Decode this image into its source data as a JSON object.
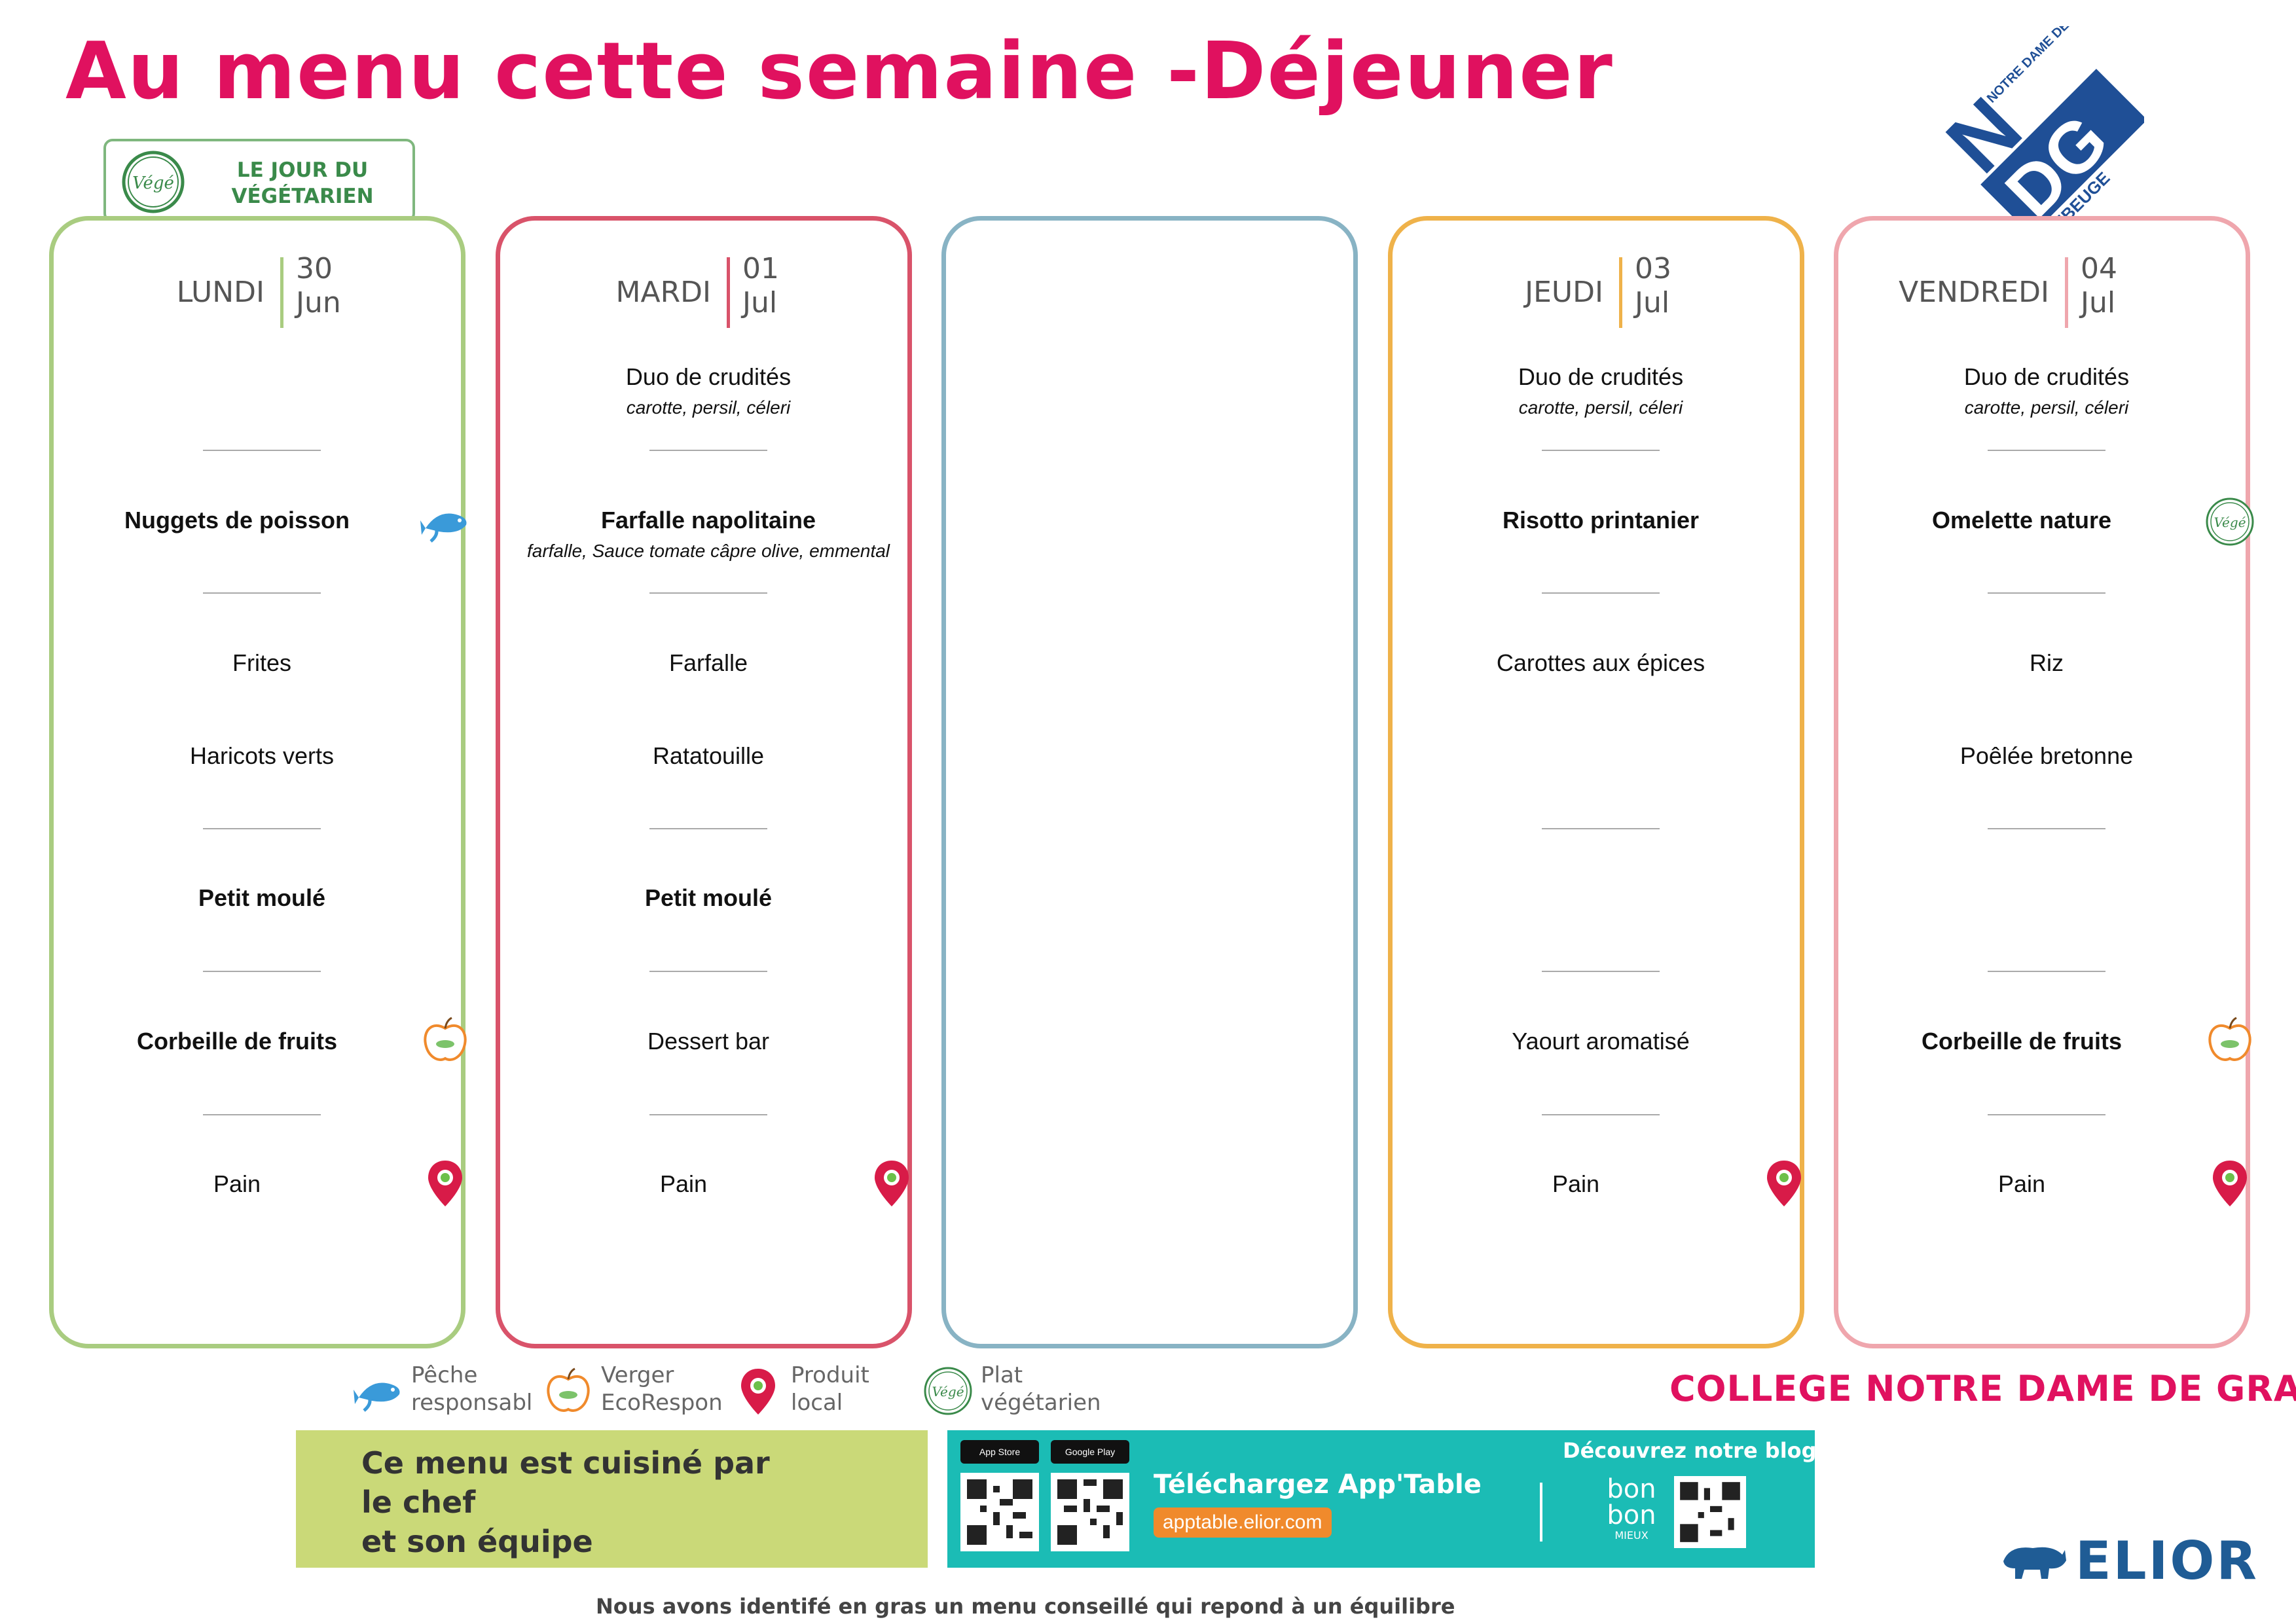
{
  "header": {
    "title": "Au menu cette semaine -Déjeuner"
  },
  "logo": {
    "letters_top": "N",
    "letters_bottom": "DG",
    "band_text": "NOTRE DAME DE GRACE",
    "side_text": "MAUBEUGE"
  },
  "vege_banner": {
    "badge": "Végé",
    "line1": "LE JOUR DU",
    "line2": "VÉGÉTARIEN"
  },
  "days": [
    {
      "name": "LUNDI",
      "num": "30",
      "month": "Jun",
      "starter": "",
      "starter_sub": "",
      "main": "Nuggets de poisson",
      "main_sub": "",
      "side1": "Frites",
      "side2": "Haricots verts",
      "dairy": "Petit moulé",
      "dessert": "Corbeille de fruits",
      "bread": "Pain"
    },
    {
      "name": "MARDI",
      "num": "01",
      "month": "Jul",
      "starter": "Duo de crudités",
      "starter_sub": "carotte, persil, céleri",
      "main": "Farfalle napolitaine",
      "main_sub": "farfalle, Sauce tomate câpre olive, emmental",
      "side1": "Farfalle",
      "side2": "Ratatouille",
      "dairy": "Petit moulé",
      "dessert": "Dessert bar",
      "bread": "Pain"
    },
    {
      "name": "",
      "num": "",
      "month": ""
    },
    {
      "name": "JEUDI",
      "num": "03",
      "month": "Jul",
      "starter": "Duo de crudités",
      "starter_sub": "carotte, persil, céleri",
      "main": "Risotto printanier",
      "main_sub": "",
      "side1": "Carottes aux épices",
      "side2": "",
      "dairy": "",
      "dessert": "Yaourt aromatisé",
      "bread": "Pain"
    },
    {
      "name": "VENDREDI",
      "num": "04",
      "month": "Jul",
      "starter": "Duo de crudités",
      "starter_sub": "carotte, persil, céleri",
      "main": "Omelette nature",
      "main_sub": "",
      "side1": "Riz",
      "side2": "Poêlée bretonne",
      "dairy": "",
      "dessert": "Corbeille de fruits",
      "bread": "Pain"
    }
  ],
  "legend": [
    {
      "line1": "Pêche",
      "line2": "responsabl",
      "icon": "fish-icon"
    },
    {
      "line1": "Verger",
      "line2": "EcoRespon",
      "icon": "apple-icon"
    },
    {
      "line1": "Produit",
      "line2": "local",
      "icon": "local-pin-icon"
    },
    {
      "line1": "Plat",
      "line2": "végétarien",
      "icon": "vege-icon"
    }
  ],
  "college": "COLLEGE NOTRE DAME DE GRACE",
  "chef": {
    "line1": "Ce menu est cuisiné par",
    "line2": "le chef",
    "line3": "et son équipe"
  },
  "app": {
    "title": "Téléchargez App'Table",
    "url": "apptable.elior.com",
    "blog": "Découvrez notre blog",
    "bonbon_line1": "bon",
    "bonbon_line2": "bon",
    "bonbon_tag": "MIEUX",
    "store1": "App Store",
    "store2": "Google Play"
  },
  "elior": "ELIOR",
  "footnote": "Nous avons identifé en gras un menu conseillé qui repond à un équilibre",
  "colors": {
    "pink": "#e0115f",
    "green": "#a9cc80",
    "red": "#d9536a",
    "blue": "#88b3c4",
    "orange": "#efb24a",
    "lightpink": "#efa6ad"
  }
}
